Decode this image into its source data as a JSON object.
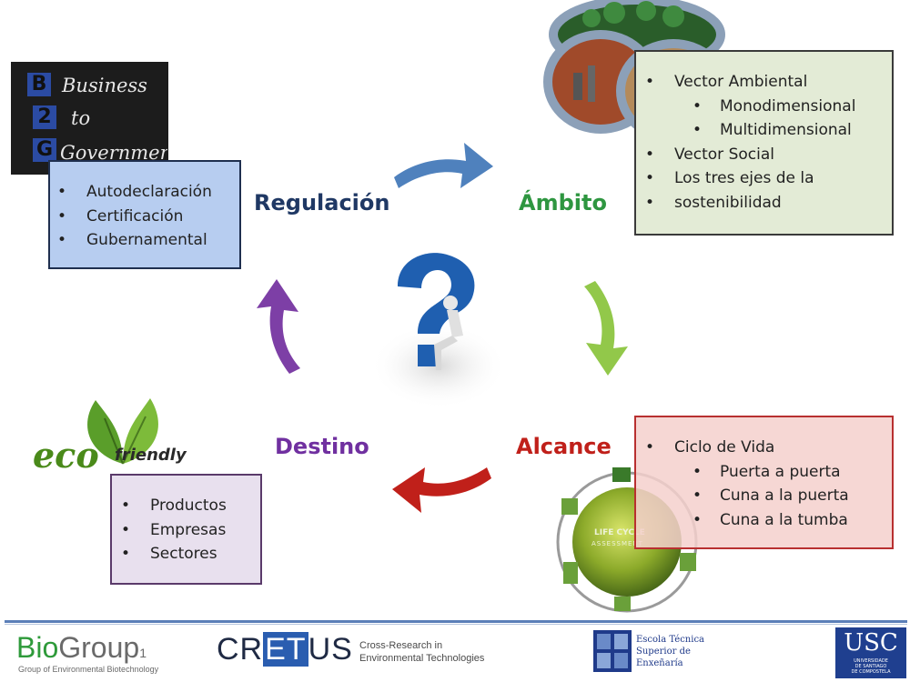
{
  "headings": {
    "regulacion": "Regulación",
    "ambito": "Ámbito",
    "alcance": "Alcance",
    "destino": "Destino"
  },
  "heading_colors": {
    "regulacion": "#1f3864",
    "ambito": "#2e9640",
    "alcance": "#c0201a",
    "destino": "#7030a0"
  },
  "regulacion_box": {
    "items": [
      "Autodeclaración",
      "Certificación",
      "Gubernamental"
    ]
  },
  "ambito_box": {
    "items": [
      "Vector Ambiental",
      "Monodimensional",
      "Multidimensional",
      "Vector Social",
      "Los tres ejes de la",
      "sostenibilidad"
    ]
  },
  "alcance_box": {
    "items": [
      "Ciclo de Vida",
      "Puerta a puerta",
      "Cuna a la puerta",
      "Cuna a la tumba"
    ]
  },
  "destino_box": {
    "items": [
      "Productos",
      "Empresas",
      "Sectores"
    ]
  },
  "b2g_image": {
    "letters": [
      "B",
      "2",
      "G"
    ],
    "words": [
      "Business",
      "to",
      "Government"
    ]
  },
  "eco_logo": {
    "eco": "eco",
    "friendly": "friendly"
  },
  "lca_image": {
    "center1": "LIFE CYCLE",
    "center2": "ASSESSMENT"
  },
  "footer": {
    "biogroup_bio": "Bio",
    "biogroup_group": "Group",
    "biogroup_sub": "Group of Environmental Biotechnology",
    "cretus_cr": "CR",
    "cretus_et": "ET",
    "cretus_us": "US",
    "cretus_line1": "Cross-Research in",
    "cretus_line2": "Environmental Technologies",
    "etse_line1": "Escola Técnica",
    "etse_line2": "Superior de",
    "etse_line3": "Enxeñaría",
    "usc_title": "USC",
    "usc_line1": "UNIVERSIDADE",
    "usc_line2": "DE SANTIAGO",
    "usc_line3": "DE COMPOSTELA"
  },
  "colors": {
    "arrow_blue": "#4f81bd",
    "arrow_green": "#92c84a",
    "arrow_red": "#c0201a",
    "arrow_purple": "#7d3fa6",
    "footer_line": "#5b7fb8"
  }
}
